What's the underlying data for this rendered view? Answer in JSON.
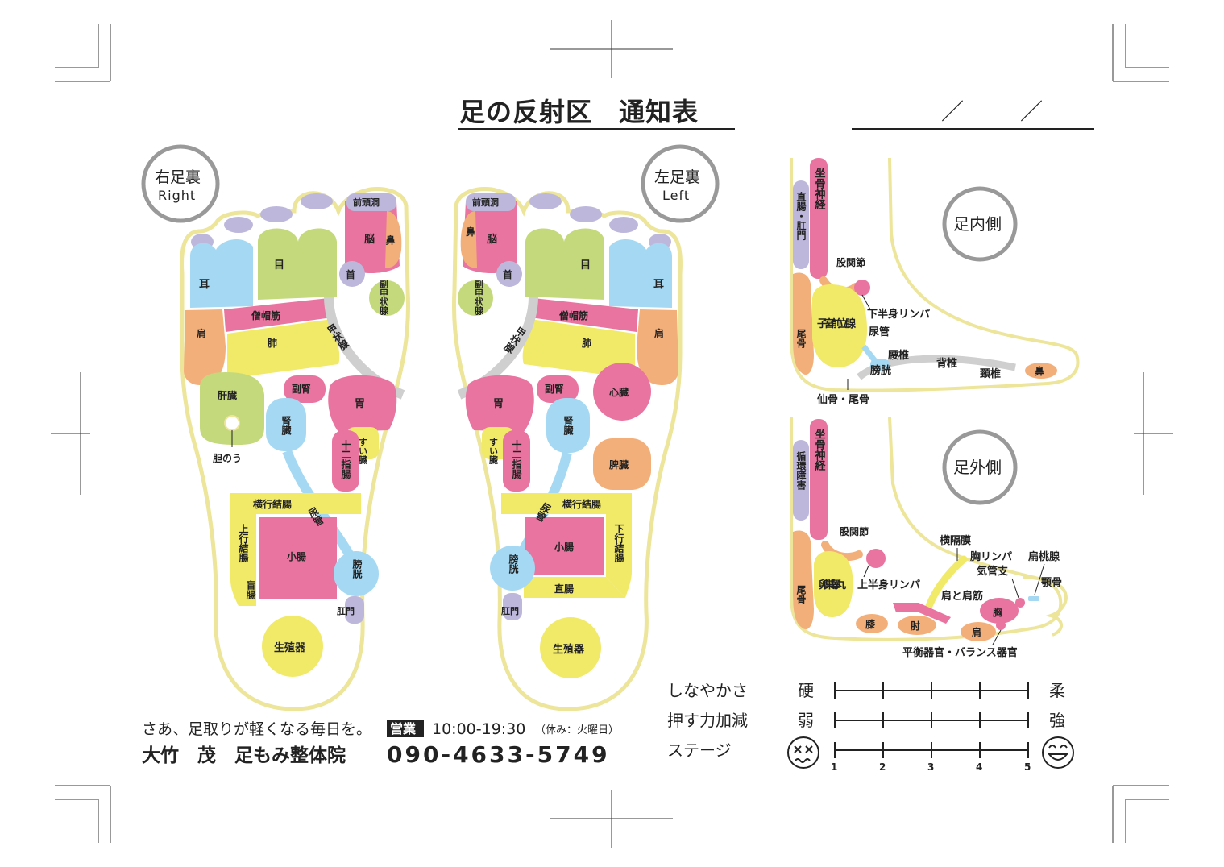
{
  "title": "足の反射区　通知表",
  "date_sep_1": "／",
  "date_sep_2": "／",
  "views": {
    "right_sole": {
      "jp": "右足裏",
      "en": "Right"
    },
    "left_sole": {
      "jp": "左足裏",
      "en": "Left"
    },
    "inner_side": "足内側",
    "outer_side": "足外側"
  },
  "right_foot": {
    "frontal_sinus": "前頭洞",
    "nose": "鼻",
    "brain": "脳",
    "eye": "目",
    "ear": "耳",
    "neck": "首",
    "parathyroid": "副甲状腺",
    "trapezius": "僧帽筋",
    "shoulder": "肩",
    "lung": "肺",
    "thyroid": "甲状腺",
    "liver": "肝臓",
    "gallbladder": "胆のう",
    "adrenal": "副腎",
    "kidney": "腎臓",
    "stomach": "胃",
    "pancreas": "すい臓",
    "duodenum": "十二指腸",
    "transverse_colon": "横行結腸",
    "ureter": "尿管",
    "ascending_colon": "上行結腸",
    "cecum": "盲腸",
    "small_intestine": "小腸",
    "bladder": "膀胱",
    "anus": "肛門",
    "genital": "生殖器"
  },
  "left_foot": {
    "frontal_sinus": "前頭洞",
    "nose": "鼻",
    "brain": "脳",
    "eye": "目",
    "ear": "耳",
    "neck": "首",
    "parathyroid": "副甲状腺",
    "trapezius": "僧帽筋",
    "shoulder": "肩",
    "lung": "肺",
    "thyroid": "甲状腺",
    "heart": "心臓",
    "adrenal": "副腎",
    "kidney": "腎臓",
    "stomach": "胃",
    "pancreas": "すい臓",
    "duodenum": "十二指腸",
    "spleen": "脾臓",
    "transverse_colon": "横行結腸",
    "ureter": "尿管",
    "descending_colon": "下行結腸",
    "small_intestine": "小腸",
    "bladder": "膀胱",
    "rectum": "直腸",
    "anus": "肛門",
    "genital": "生殖器"
  },
  "inner_foot": {
    "sciatic": "坐骨神経",
    "rectum_anus": "直腸・肛門",
    "hip": "股関節",
    "lower_lymph": "下半身リンパ",
    "uterus_prostate": "子宮前立腺",
    "ureter": "尿管",
    "coccyx": "尾骨",
    "lumbar": "腰椎",
    "thoracic": "背椎",
    "cervical": "頸椎",
    "nose": "鼻",
    "bladder": "膀胱",
    "sacrum_coccyx": "仙骨・尾骨"
  },
  "outer_foot": {
    "sciatic": "坐骨神経",
    "circulation": "循環障害",
    "hip": "股関節",
    "diaphragm": "横隔膜",
    "chest_lymph": "胸リンパ",
    "tonsil": "扁桃腺",
    "bronchi": "気管支",
    "jaw": "顎骨",
    "ovary_testis": "卵巣睾丸",
    "upper_lymph": "上半身リンパ",
    "shoulder_muscle": "肩と肩筋",
    "coccyx": "尾骨",
    "chest": "胸",
    "knee": "膝",
    "elbow": "肘",
    "shoulder": "肩",
    "balance": "平衡器官・バランス器官"
  },
  "ratings": [
    {
      "label": "しなやかさ",
      "low": "硬",
      "high": "柔"
    },
    {
      "label": "押す力加減",
      "low": "弱",
      "high": "強"
    },
    {
      "label": "ステージ",
      "low": "",
      "high": ""
    }
  ],
  "stage_ticks": [
    "1",
    "2",
    "3",
    "4",
    "5"
  ],
  "footer": {
    "tagline": "さあ、足取りが軽くなる毎日を。",
    "hours_badge": "営業",
    "hours": "10:00-19:30",
    "closed": "（休み：火曜日）",
    "clinic": "大竹　茂　足もみ整体院",
    "phone": "090-4633-5749"
  },
  "colors": {
    "pink": "#E8749F",
    "yellow": "#F1EA69",
    "green": "#C4D97C",
    "blue": "#A5D8F2",
    "orange": "#F3AF7A",
    "lavender": "#BDB7DC",
    "gray": "#CFCFCF",
    "outline": "#ECE59A"
  }
}
